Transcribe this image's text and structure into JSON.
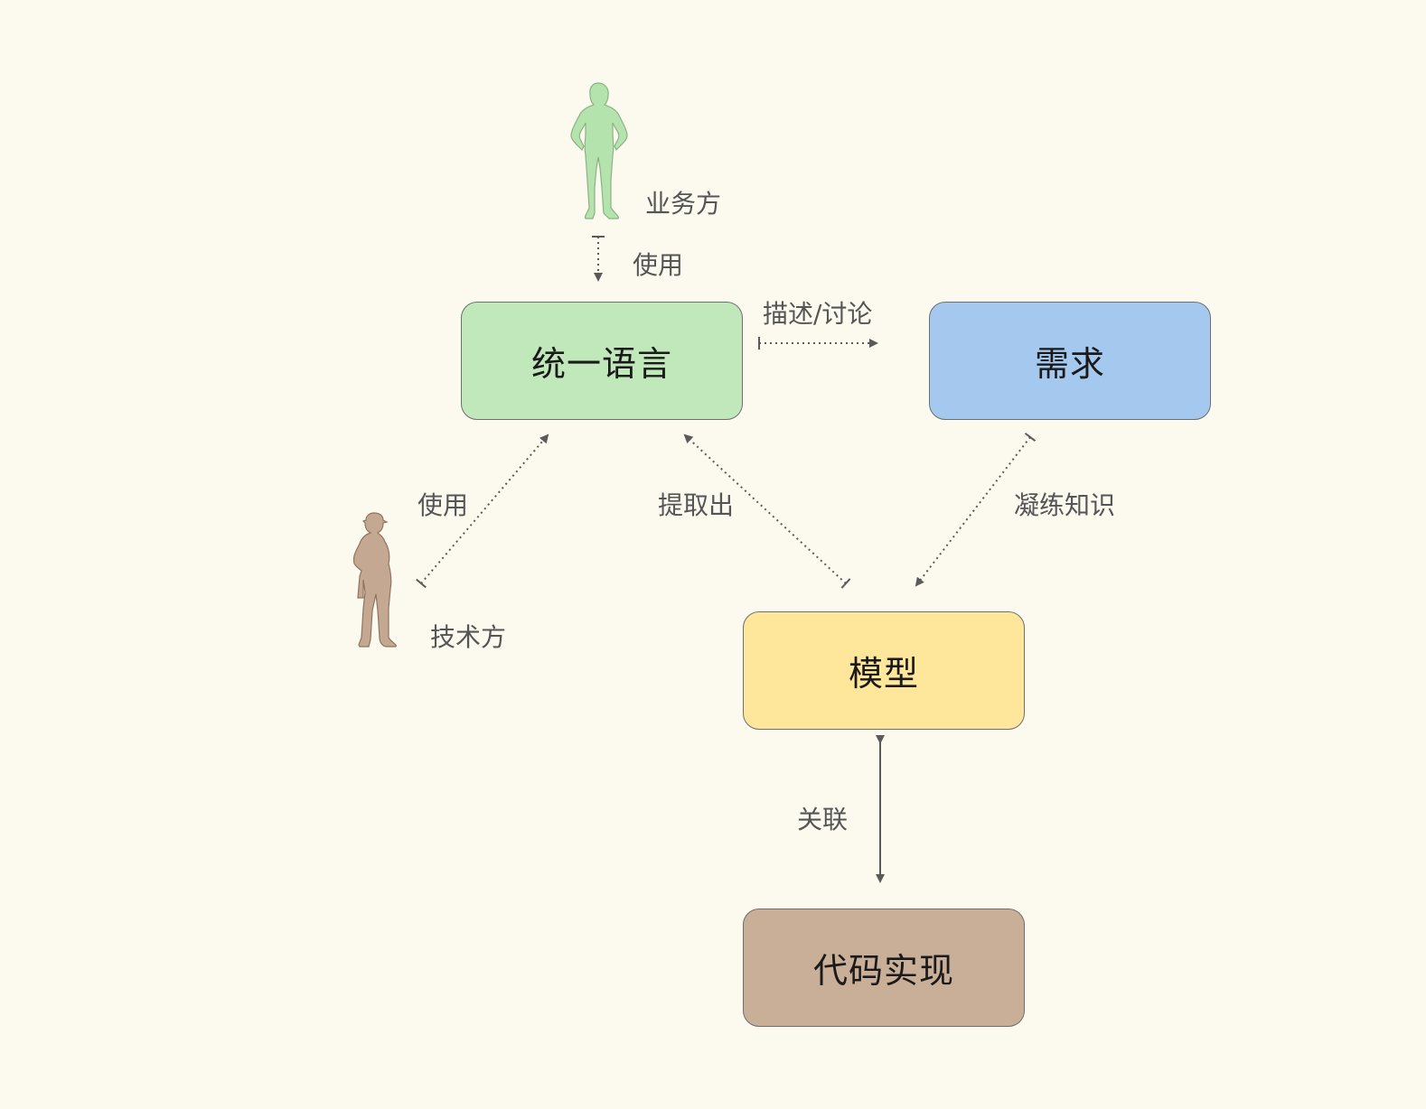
{
  "nodes": {
    "unified_language": "统一语言",
    "requirement": "需求",
    "model": "模型",
    "code": "代码实现"
  },
  "actors": {
    "business": "业务方",
    "technical": "技术方"
  },
  "edges": {
    "business_uses": "使用",
    "technical_uses": "使用",
    "describe_discuss": "描述/讨论",
    "extract": "提取出",
    "refine_knowledge": "凝练知识",
    "associate": "关联"
  },
  "colors": {
    "background": "#fcf9ee",
    "unified_language": "#c1e8bb",
    "requirement": "#a5c8ee",
    "model": "#fee69a",
    "code": "#c9ae98",
    "business_person": "#b5e3ad",
    "technical_person": "#c4a891",
    "arrow": "#5a5a5a"
  }
}
